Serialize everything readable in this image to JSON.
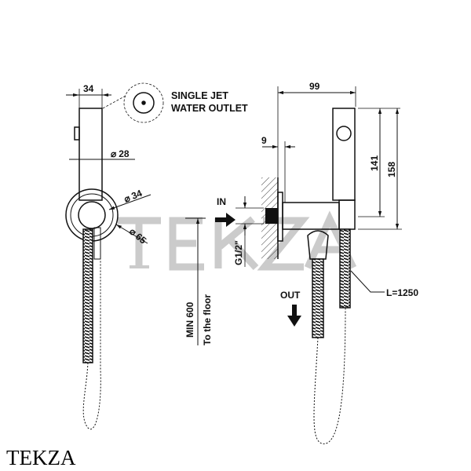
{
  "watermark": "TEKZA",
  "brand": "TEKZA",
  "labels": {
    "width_handle": "34",
    "diameter_handle": "28",
    "diameter_inner": "34",
    "diameter_outer": "65",
    "outlet_line1": "SINGLE JET",
    "outlet_line2": "WATER OUTLET",
    "depth": "99",
    "flange": "9",
    "height_141": "141",
    "height_158": "158",
    "in": "IN",
    "out": "OUT",
    "thread": "G1/2\"",
    "min_height": "MIN 600",
    "to_floor": "To the floor",
    "hose_length": "L=1250"
  },
  "symbols": {
    "diameter": "⌀"
  }
}
